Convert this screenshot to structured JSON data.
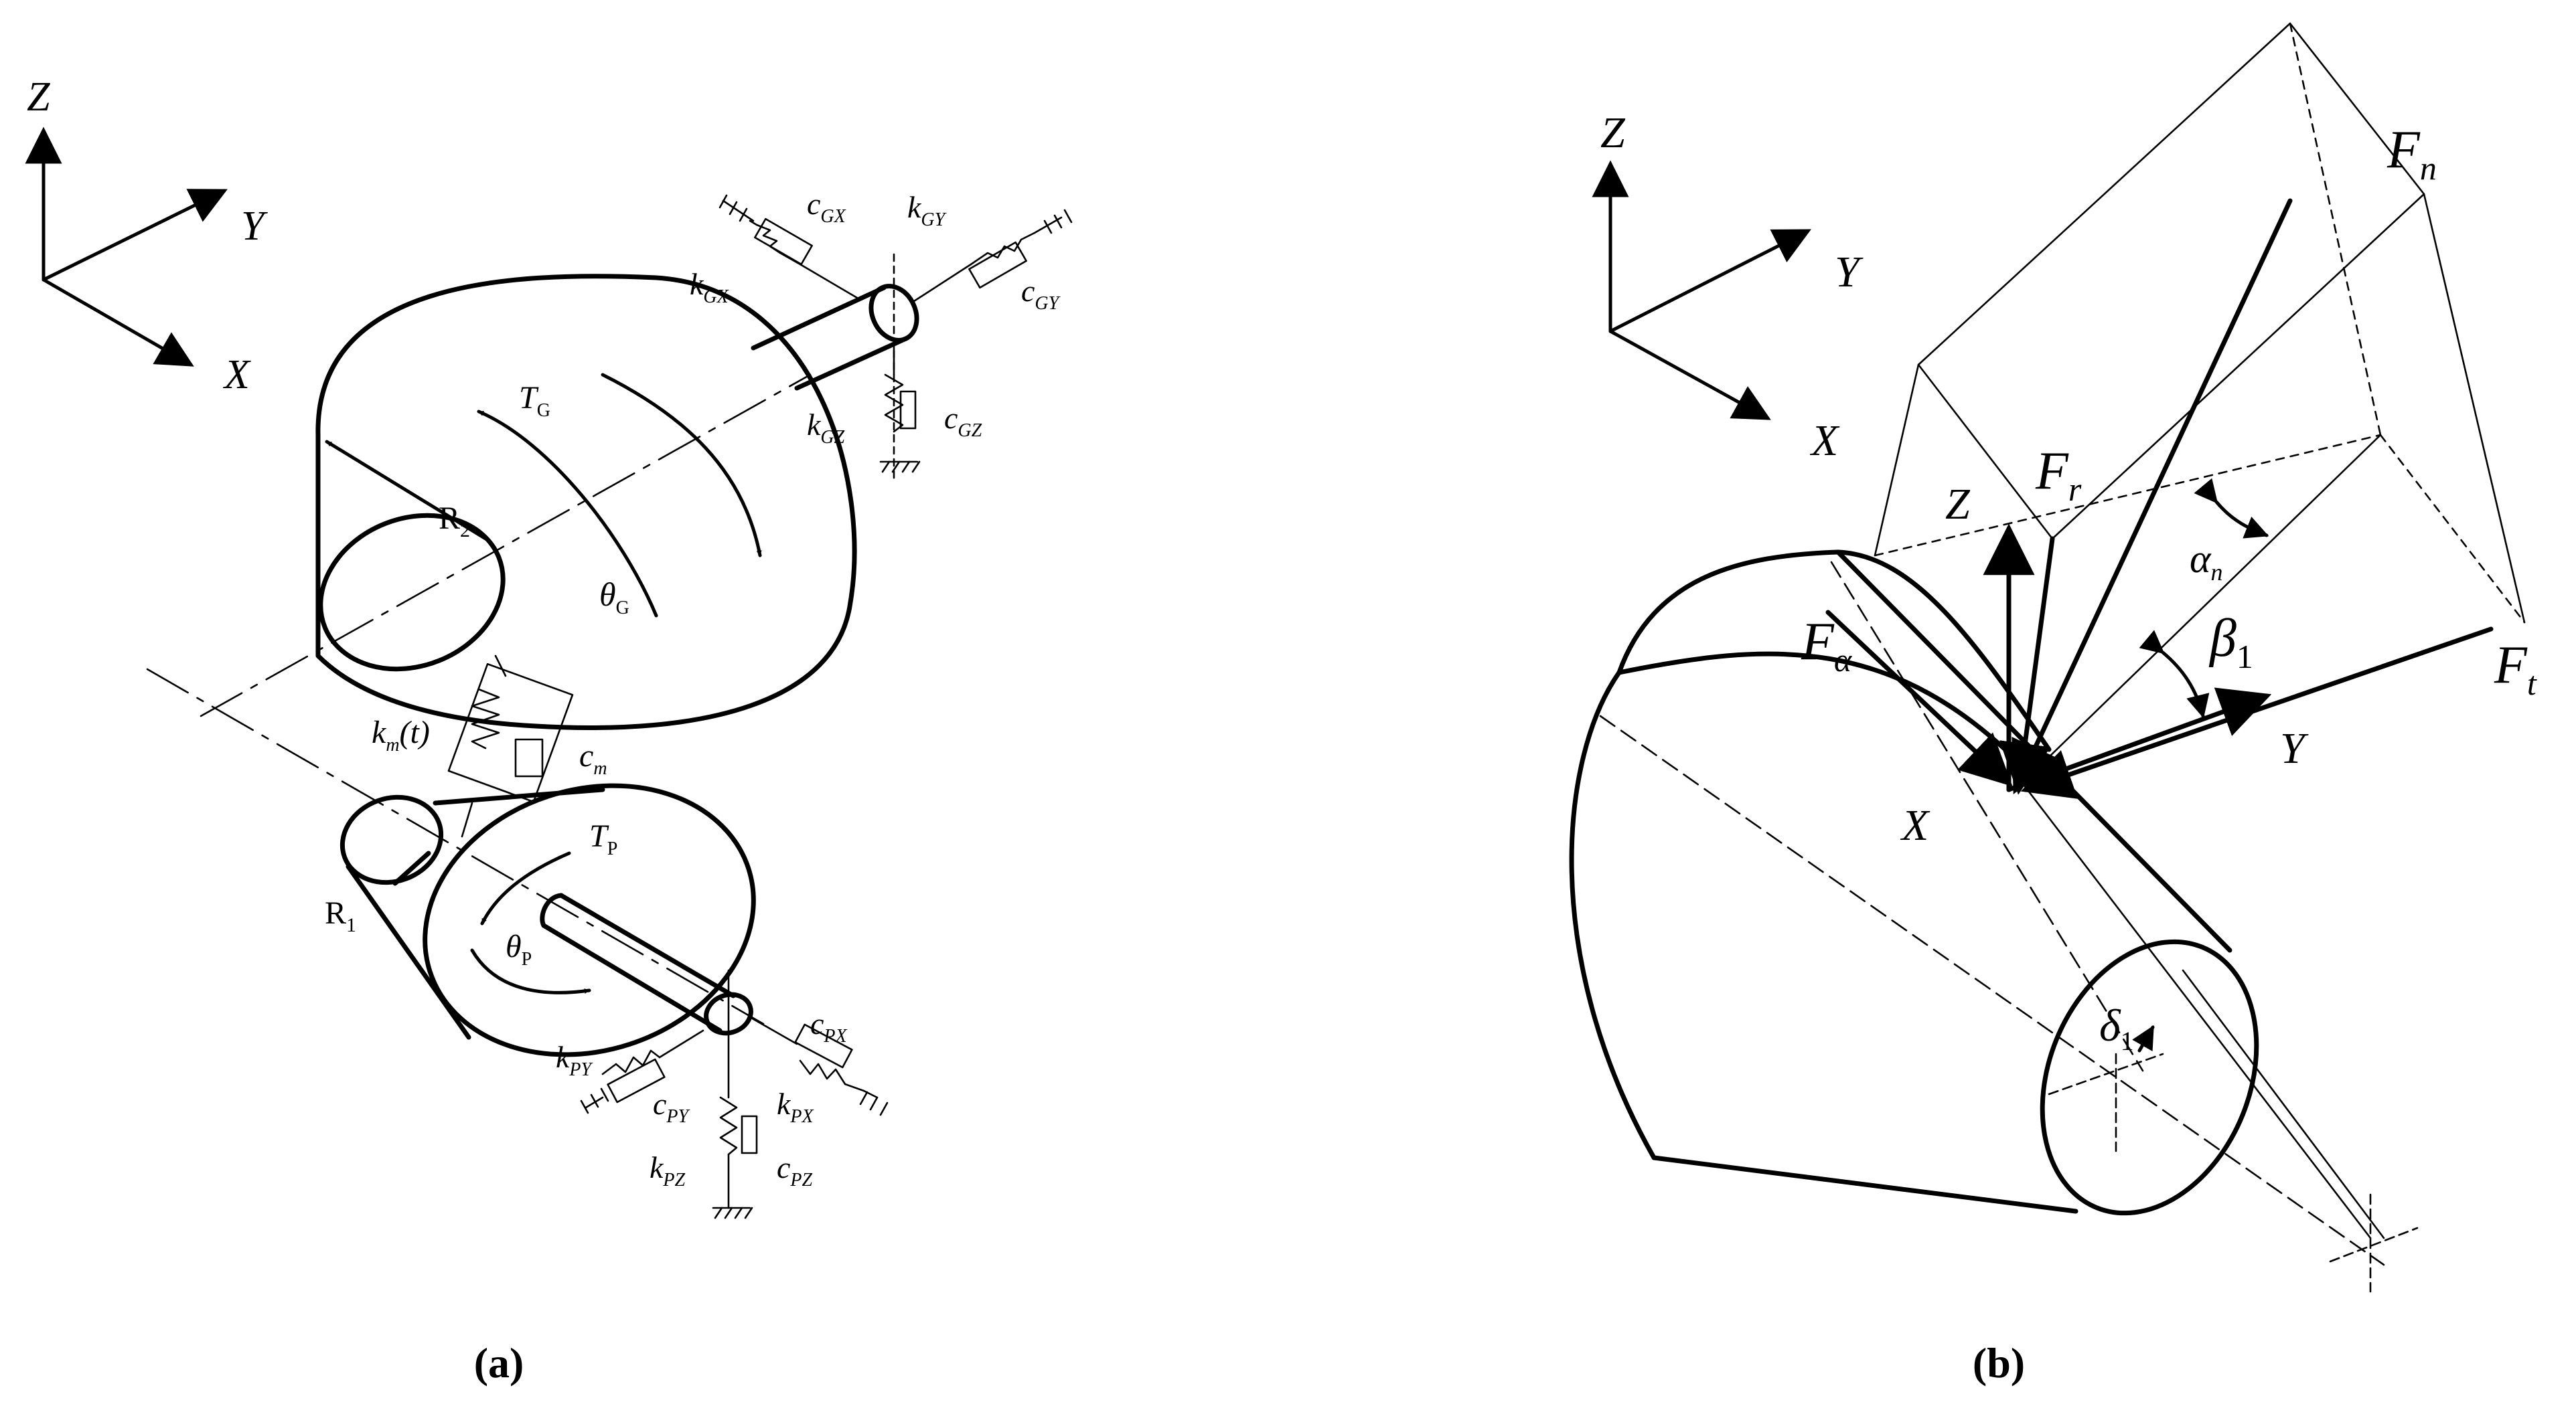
{
  "panel_a": {
    "caption": "(a)",
    "axes": {
      "z": "Z",
      "y": "Y",
      "x": "X"
    },
    "gear": {
      "radius": "R",
      "radius_sub": "2",
      "torque": "T",
      "torque_sub": "G",
      "rotation": "θ",
      "rotation_sub": "G"
    },
    "pinion": {
      "radius": "R",
      "radius_sub": "1",
      "torque": "T",
      "torque_sub": "P",
      "rotation": "θ",
      "rotation_sub": "P"
    },
    "mesh": {
      "stiffness": "k",
      "stiffness_sub": "m",
      "stiffness_arg": "(t)",
      "damping": "c",
      "damping_sub": "m"
    },
    "gear_supports": [
      {
        "k": "k",
        "k_sub": "GX",
        "c": "c",
        "c_sub": "GX"
      },
      {
        "k": "k",
        "k_sub": "GY",
        "c": "c",
        "c_sub": "GY"
      },
      {
        "k": "k",
        "k_sub": "GZ",
        "c": "c",
        "c_sub": "GZ"
      }
    ],
    "pinion_supports": [
      {
        "k": "k",
        "k_sub": "PX",
        "c": "c",
        "c_sub": "PX"
      },
      {
        "k": "k",
        "k_sub": "PY",
        "c": "c",
        "c_sub": "PY"
      },
      {
        "k": "k",
        "k_sub": "PZ",
        "c": "c",
        "c_sub": "PZ"
      }
    ]
  },
  "panel_b": {
    "caption": "(b)",
    "axes": {
      "z": "Z",
      "y": "Y",
      "x": "X"
    },
    "forces": {
      "fn": "F",
      "fn_sub": "n",
      "fr": "F",
      "fr_sub": "r",
      "ft": "F",
      "ft_sub": "t",
      "fa": "F",
      "fa_sub": "α"
    },
    "local_axes": {
      "z": "Z",
      "y": "Y",
      "x": "X"
    },
    "angles": {
      "alpha": "α",
      "alpha_sub": "n",
      "beta": "β",
      "beta_sub": "1",
      "delta": "δ",
      "delta_sub": "1"
    }
  }
}
